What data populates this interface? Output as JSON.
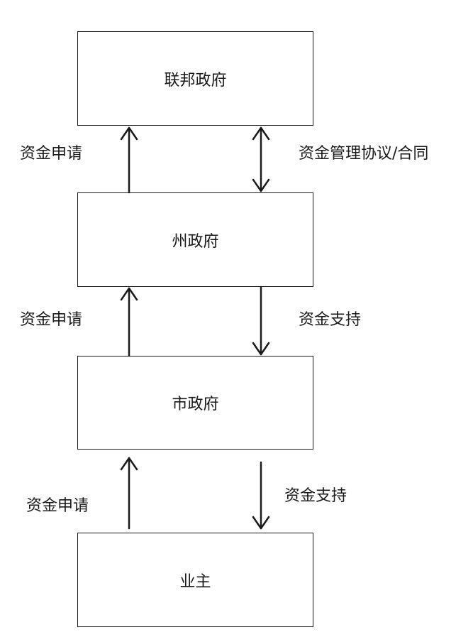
{
  "boxes": {
    "federal": "联邦政府",
    "state": "州政府",
    "city": "市政府",
    "owner": "业主"
  },
  "labels": {
    "state_to_federal": "资金申请",
    "federal_state_agreement": "资金管理协议/合同",
    "city_to_state": "资金申请",
    "state_to_city": "资金支持",
    "owner_to_city": "资金申请",
    "city_to_owner": "资金支持"
  }
}
